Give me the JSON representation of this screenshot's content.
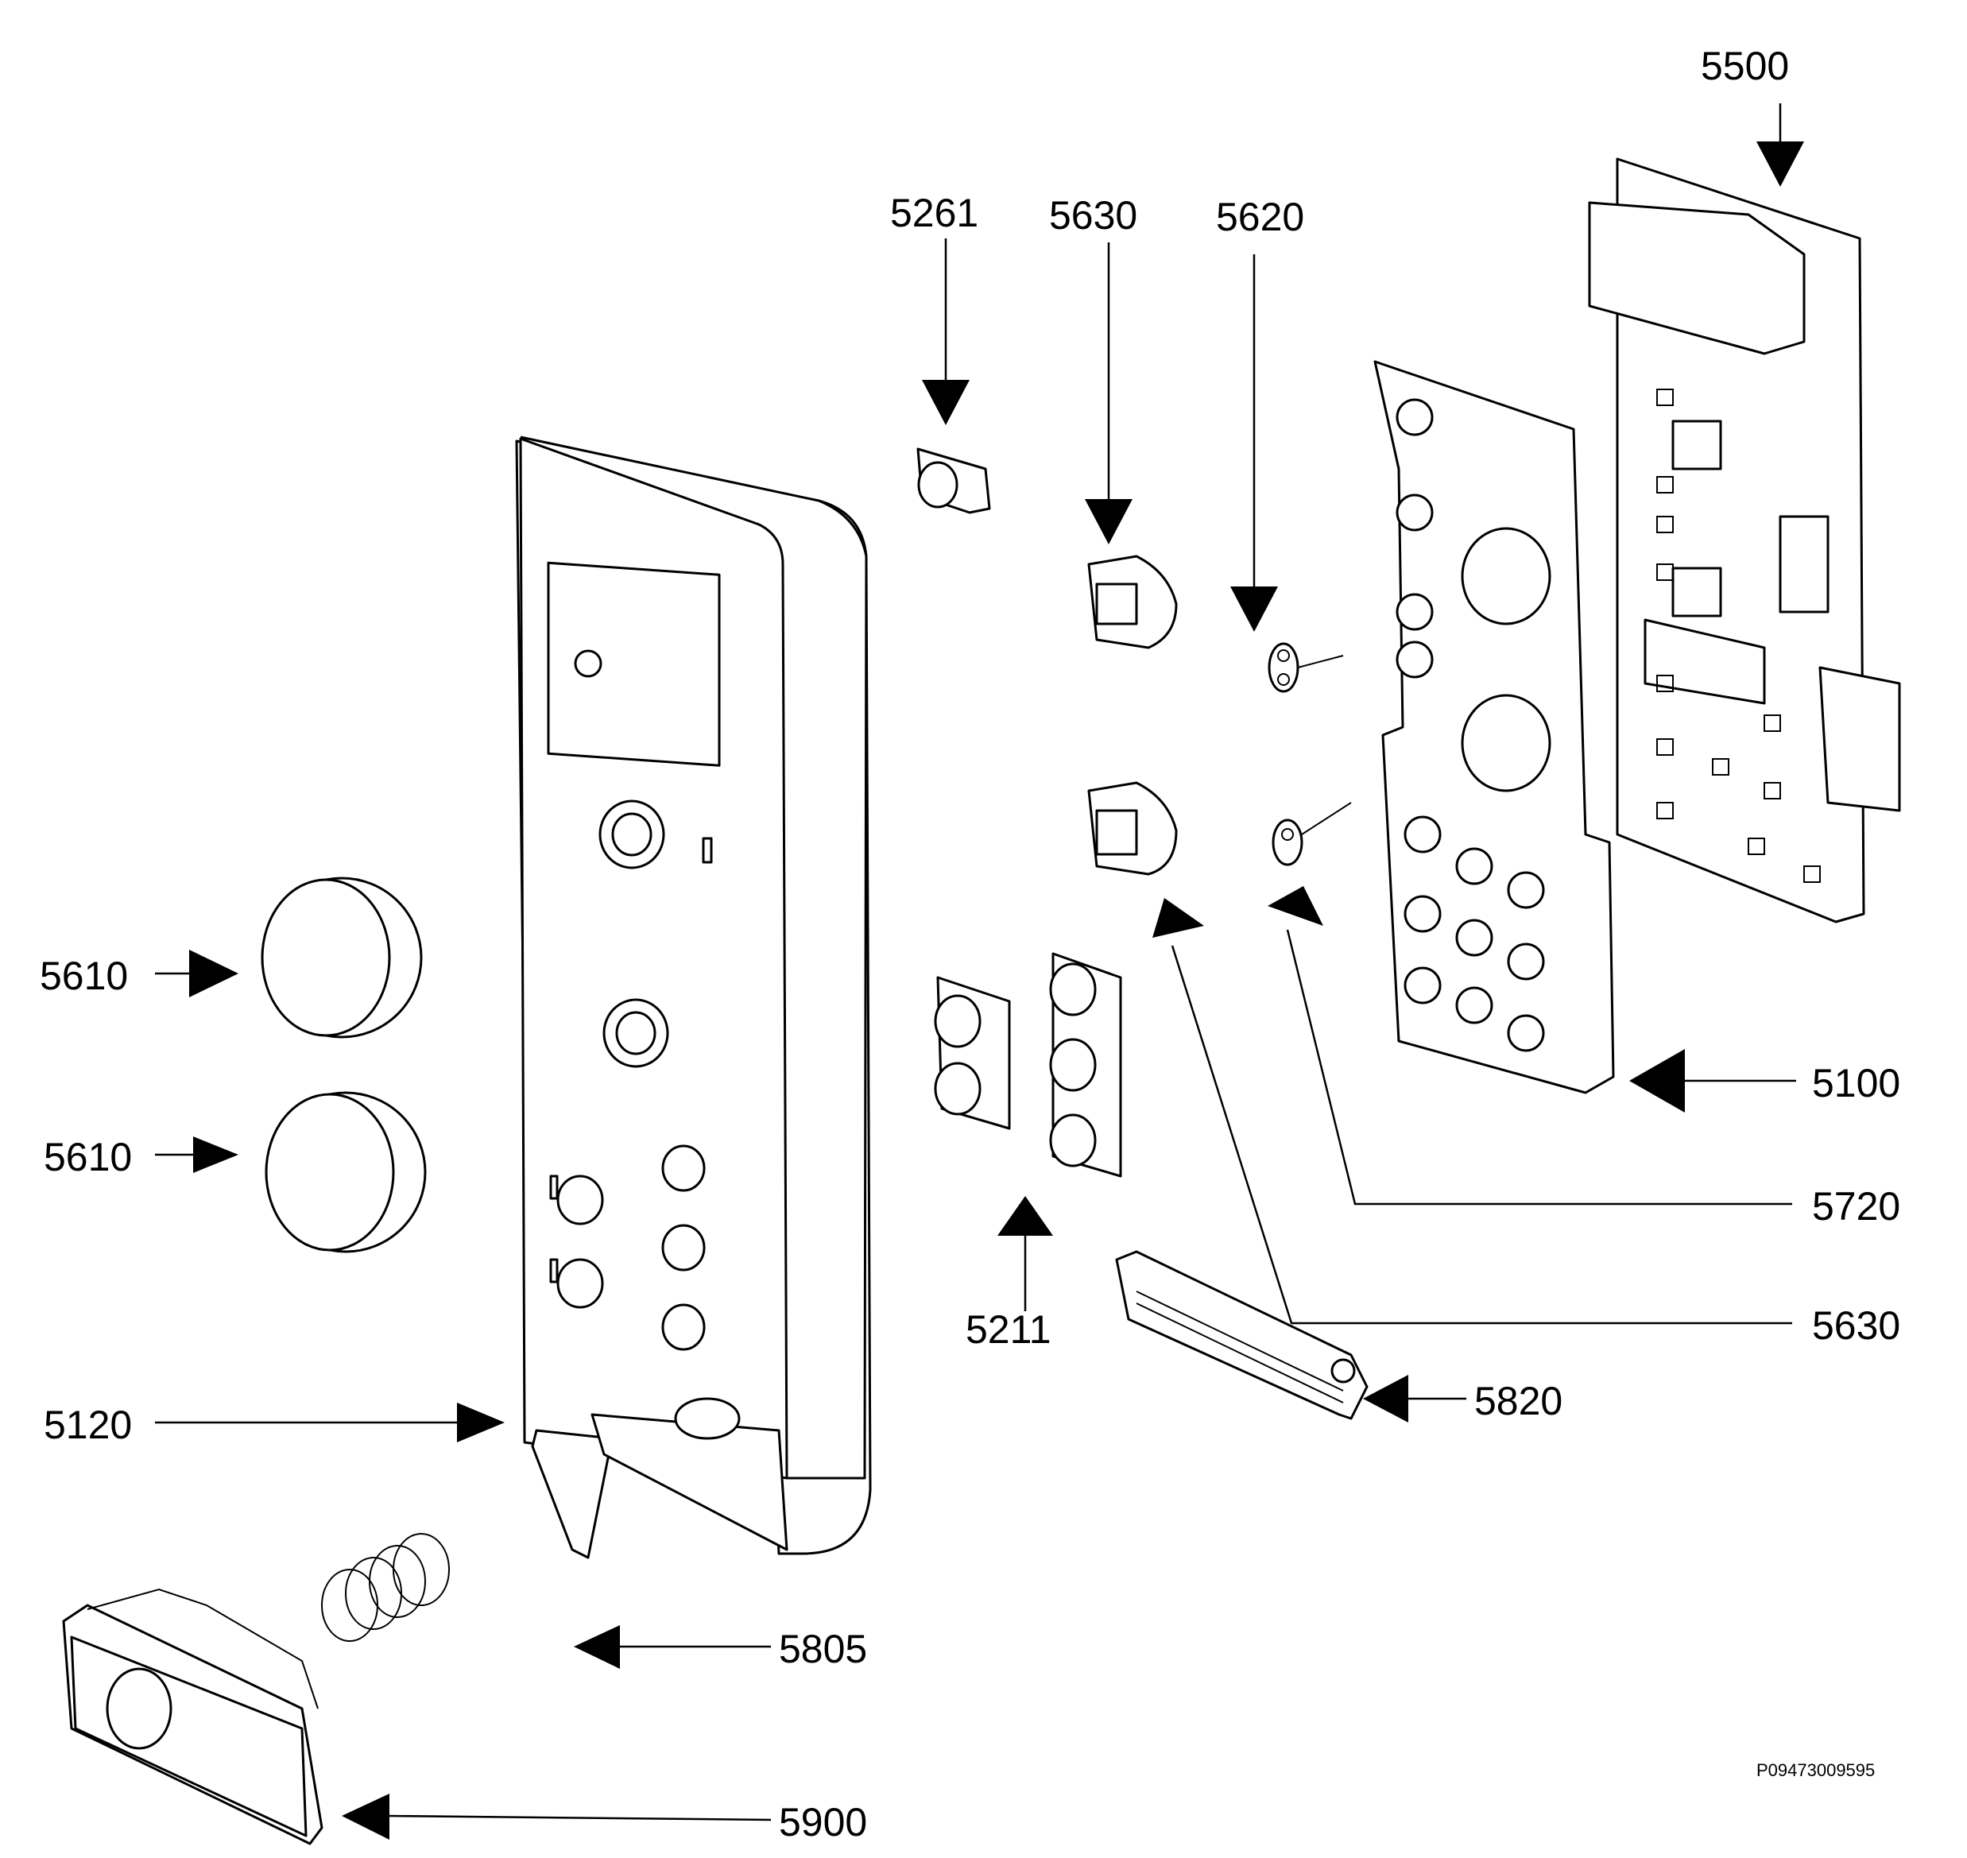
{
  "labels": {
    "p5500": "5500",
    "p5261": "5261",
    "p5630_top": "5630",
    "p5620": "5620",
    "p5610_a": "5610",
    "p5610_b": "5610",
    "p5100": "5100",
    "p5720": "5720",
    "p5211": "5211",
    "p5630_bottom": "5630",
    "p5120": "5120",
    "p5820": "5820",
    "p5805": "5805",
    "p5900": "5900"
  },
  "drawing_code": "P09473009595"
}
